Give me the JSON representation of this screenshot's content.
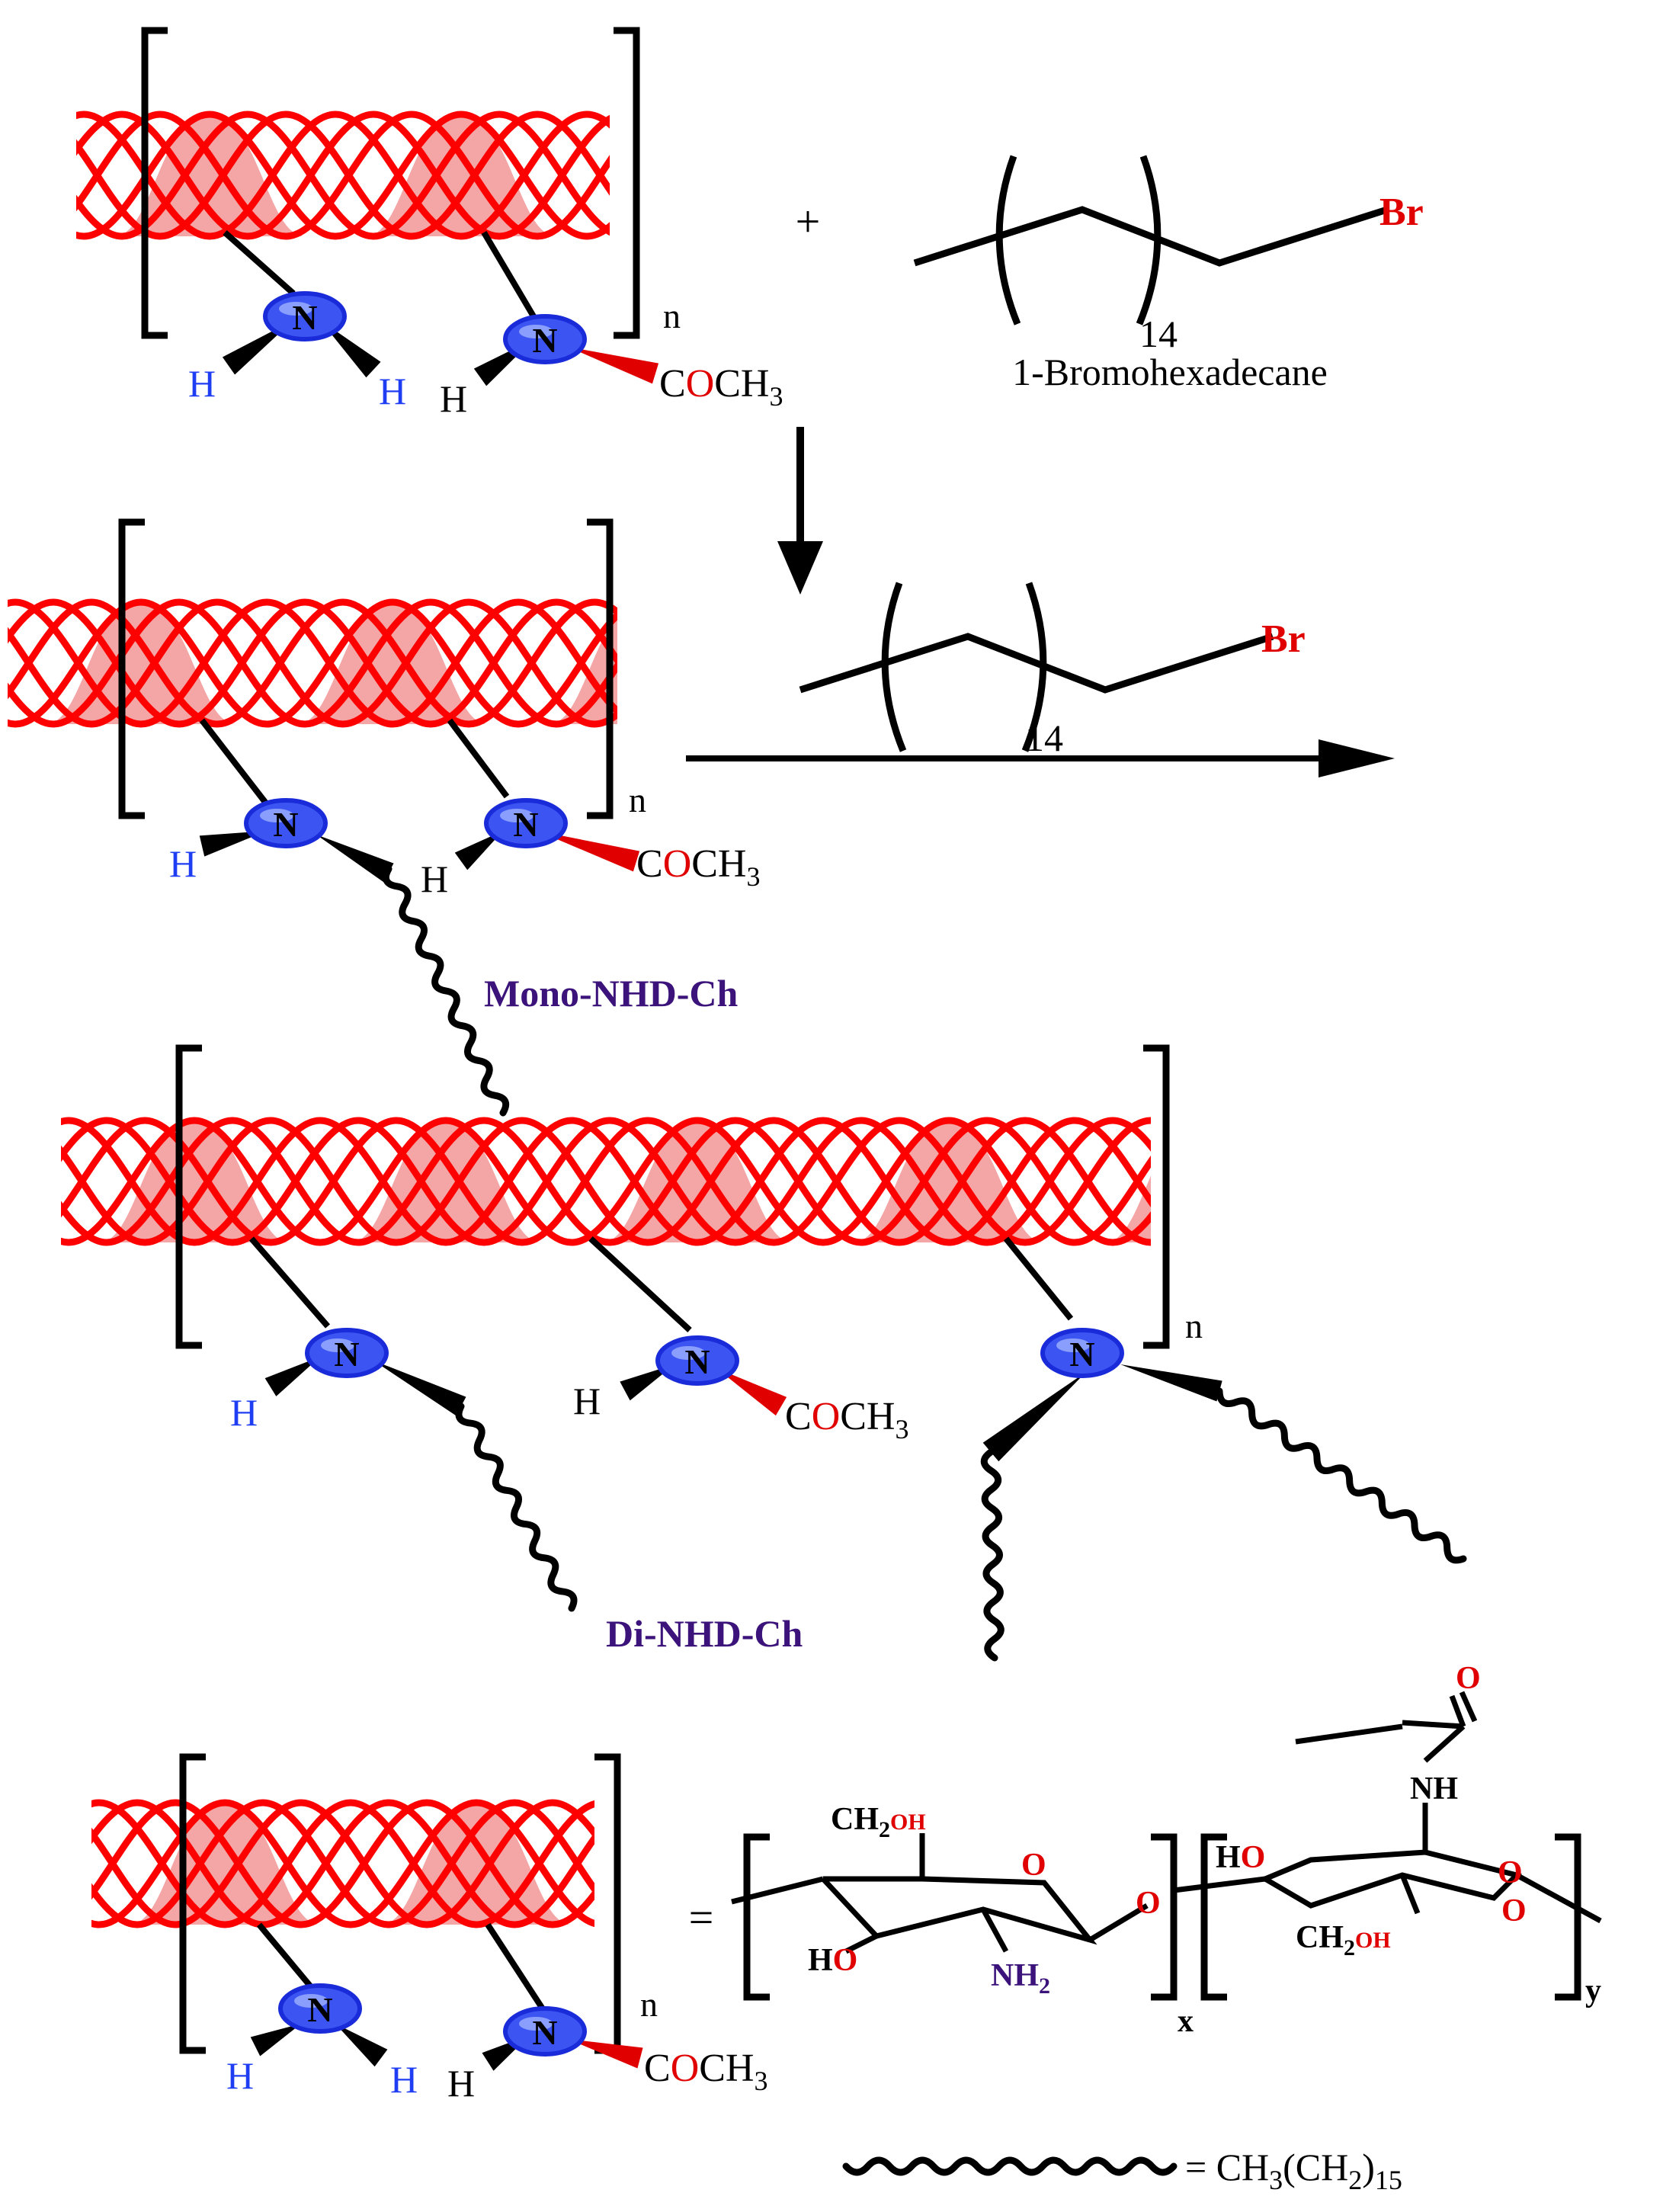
{
  "colors": {
    "helix_stroke": "#ff0000",
    "helix_fill": "#f4a6a6",
    "nitrogen_fill": "#3b54f2",
    "nitrogen_stroke": "#1a2bd9",
    "hydrogen_blue": "#1f3df2",
    "oxygen_red": "#e00000",
    "label_purple": "#3b137a",
    "black": "#000000"
  },
  "reactants": {
    "plus": "+",
    "subscript_n": "n",
    "reagent_name": "1-Bromohexadecane",
    "chain_count": "14",
    "bromine": "Br"
  },
  "atoms": {
    "nitrogen": "N",
    "hydrogen": "H",
    "acetyl_c": "C",
    "acetyl_o": "O",
    "acetyl_ch": "CH",
    "acetyl_3": "3"
  },
  "products": {
    "mono_label": "Mono-NHD-Ch",
    "di_label": "Di-NHD-Ch"
  },
  "legend": {
    "equals": "=",
    "chain_formula_a": "= CH",
    "chain_formula_b": "3",
    "chain_formula_c": "(CH",
    "chain_formula_d": "2",
    "chain_formula_e": ")",
    "chain_formula_f": "15",
    "sugar": {
      "ch2oh_left": "CH",
      "sub2": "2",
      "oh": "OH",
      "ring_o": "O",
      "glyco_o": "O",
      "h": "H",
      "o": "O",
      "nh2_n": "NH",
      "nh_label": "NH",
      "carbonyl_o": "O",
      "x": "x",
      "y": "y"
    }
  }
}
